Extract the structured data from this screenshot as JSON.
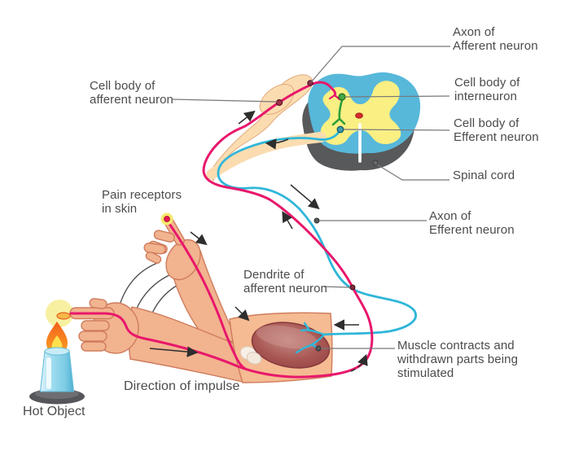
{
  "figure": {
    "title": "Withdrawal reflex arc diagram",
    "type": "biology-illustration"
  },
  "labels": {
    "axon_afferent": "Axon of\nAfferent neuron",
    "cellbody_afferent": "Cell body of\nafferent neuron",
    "cellbody_interneuron": "Cell body of\ninterneuron",
    "cellbody_efferent": "Cell body of\nEfferent neuron",
    "spinal_cord": "Spinal cord",
    "axon_efferent": "Axon of\nEfferent neuron",
    "pain_receptors": "Pain receptors\nin skin",
    "dendrite_afferent": "Dendrite of\nafferent neuron",
    "muscle_contracts": "Muscle contracts and\nwithdrawn parts being\nstimulated",
    "direction_of_impulse": "Direction of impulse",
    "hot_object": "Hot Object"
  },
  "colors": {
    "afferent_pathway": "#e8176b",
    "efferent_pathway": "#2fb6d9",
    "interneuron": "#3aa23a",
    "spinal_cord_white_matter": "#57b8da",
    "spinal_cord_gray_matter": "#f9ef83",
    "spinal_cord_base": "#58595b",
    "central_canal": "#d62b2b",
    "nerve_root": "#fbdcb0",
    "skin": "#f2b38f",
    "muscle": "#a85653",
    "candle_body": "#8ed3ea",
    "flame_outer": "#f5861f",
    "flame_inner": "#ffe14d",
    "glow": "#f8ef9c",
    "label_text": "#4b4b4d",
    "leader_line": "#77787a",
    "arrow": "#2e2e2e"
  },
  "icons": {
    "receptor_dot": "pain-receptor-dot",
    "synapse_dots": "cell-body-dots",
    "motion_arcs": "arm-motion-arcs",
    "impulse_arrows": "impulse-direction-arrows"
  }
}
